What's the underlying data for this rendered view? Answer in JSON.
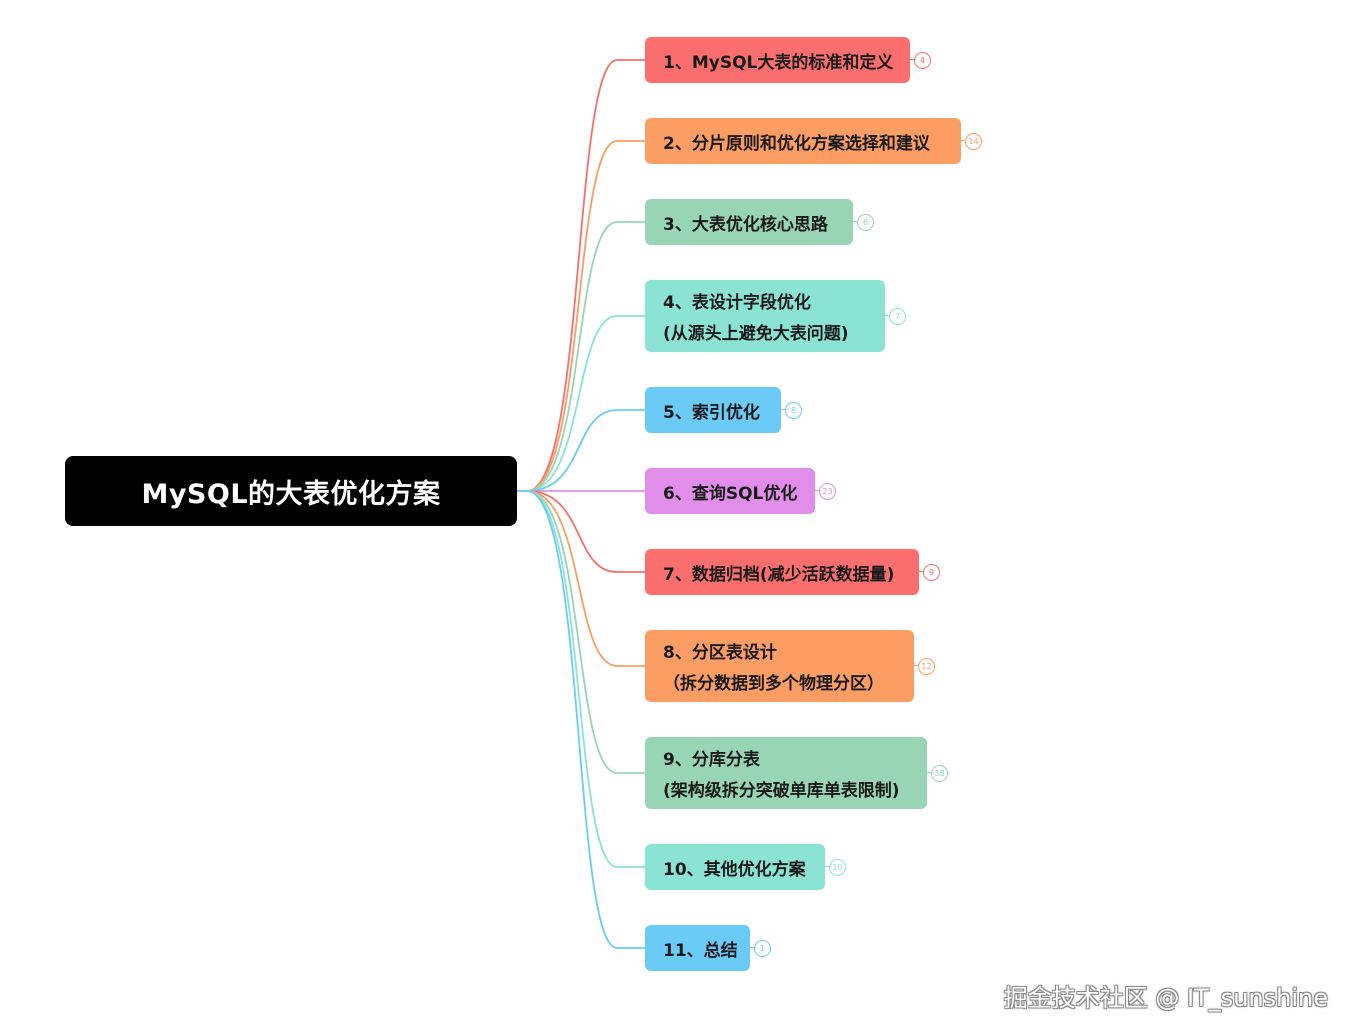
{
  "root": {
    "label": "MySQL的大表优化方案"
  },
  "branches": [
    {
      "line1": "1、MySQL大表的标准和定义",
      "line2": "",
      "count": "4",
      "color": "#fa6e6e"
    },
    {
      "line1": "2、分片原则和优化方案选择和建议",
      "line2": "",
      "count": "14",
      "color": "#fc9d63"
    },
    {
      "line1": "3、大表优化核心思路",
      "line2": "",
      "count": "6",
      "color": "#98d5b4"
    },
    {
      "line1": "4、表设计字段优化",
      "line2": "(从源头上避免大表问题)",
      "count": "7",
      "color": "#8be3d3"
    },
    {
      "line1": "5、索引优化",
      "line2": "",
      "count": "8",
      "color": "#6bcbf7"
    },
    {
      "line1": "6、查询SQL优化",
      "line2": "",
      "count": "23",
      "color": "#e08ee9"
    },
    {
      "line1": "7、数据归档(减少活跃数据量)",
      "line2": "",
      "count": "9",
      "color": "#fa6e6e"
    },
    {
      "line1": "8、分区表设计",
      "line2": "（拆分数据到多个物理分区）",
      "count": "12",
      "color": "#fc9d63"
    },
    {
      "line1": "9、分库分表",
      "line2": "(架构级拆分突破单库单表限制)",
      "count": "38",
      "color": "#98d5b4"
    },
    {
      "line1": "10、其他优化方案",
      "line2": "",
      "count": "10",
      "color": "#8be3d3"
    },
    {
      "line1": "11、总结",
      "line2": "",
      "count": "1",
      "color": "#6bcbf7"
    }
  ],
  "watermark": "掘金技术社区 @ IT_sunshine"
}
